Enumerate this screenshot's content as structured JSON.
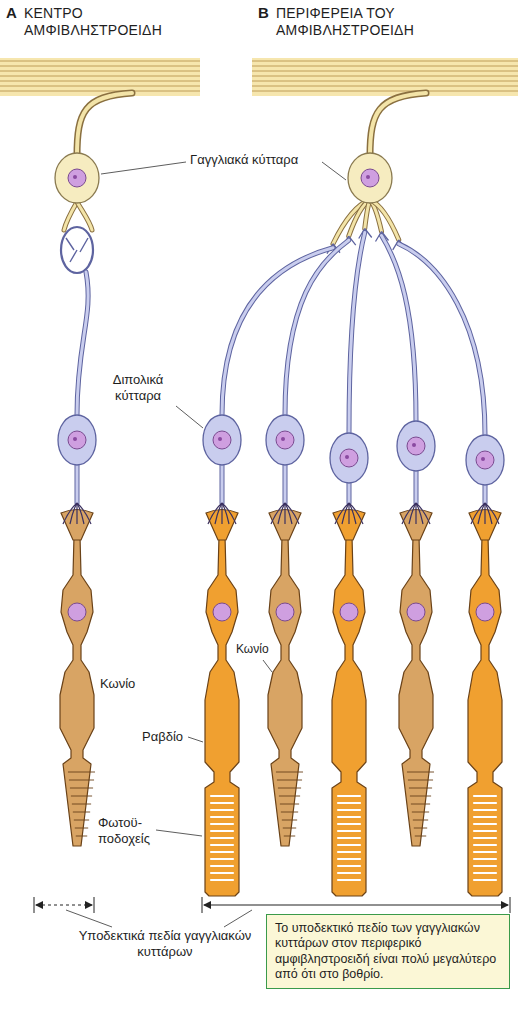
{
  "diagram": {
    "nodes": [
      {
        "text": [
          "Το υποδεκτικό πεδίο των γαγγλιακών κυττάρων στον περιφερικό αμφιβληστροειδή είναι πολύ μεγαλύτερο από ότι στο βοθρίο."
        ]
      }
    ],
    "labels": [
      "A",
      "ΚΕΝΤΡΟ ΑΜΦΙΒΛΗΣΤΡΟΕΙΔΗ",
      "B",
      "ΠΕΡΙΦΕΡΕΙΑ ΤΟΥ ΑΜΦΙΒΛΗΣΤΡΟΕΙΔΗ",
      "Γαγγλιακά κύτταρα",
      "Διπολικά κύτταρα",
      "Κωνίο",
      "Ραβδίο",
      "Κωνίο",
      "Φωτοϋ- ποδοχείς",
      "Υποδεκτικά πεδία γαγγλιακών κυττάρων"
    ]
  }
}
